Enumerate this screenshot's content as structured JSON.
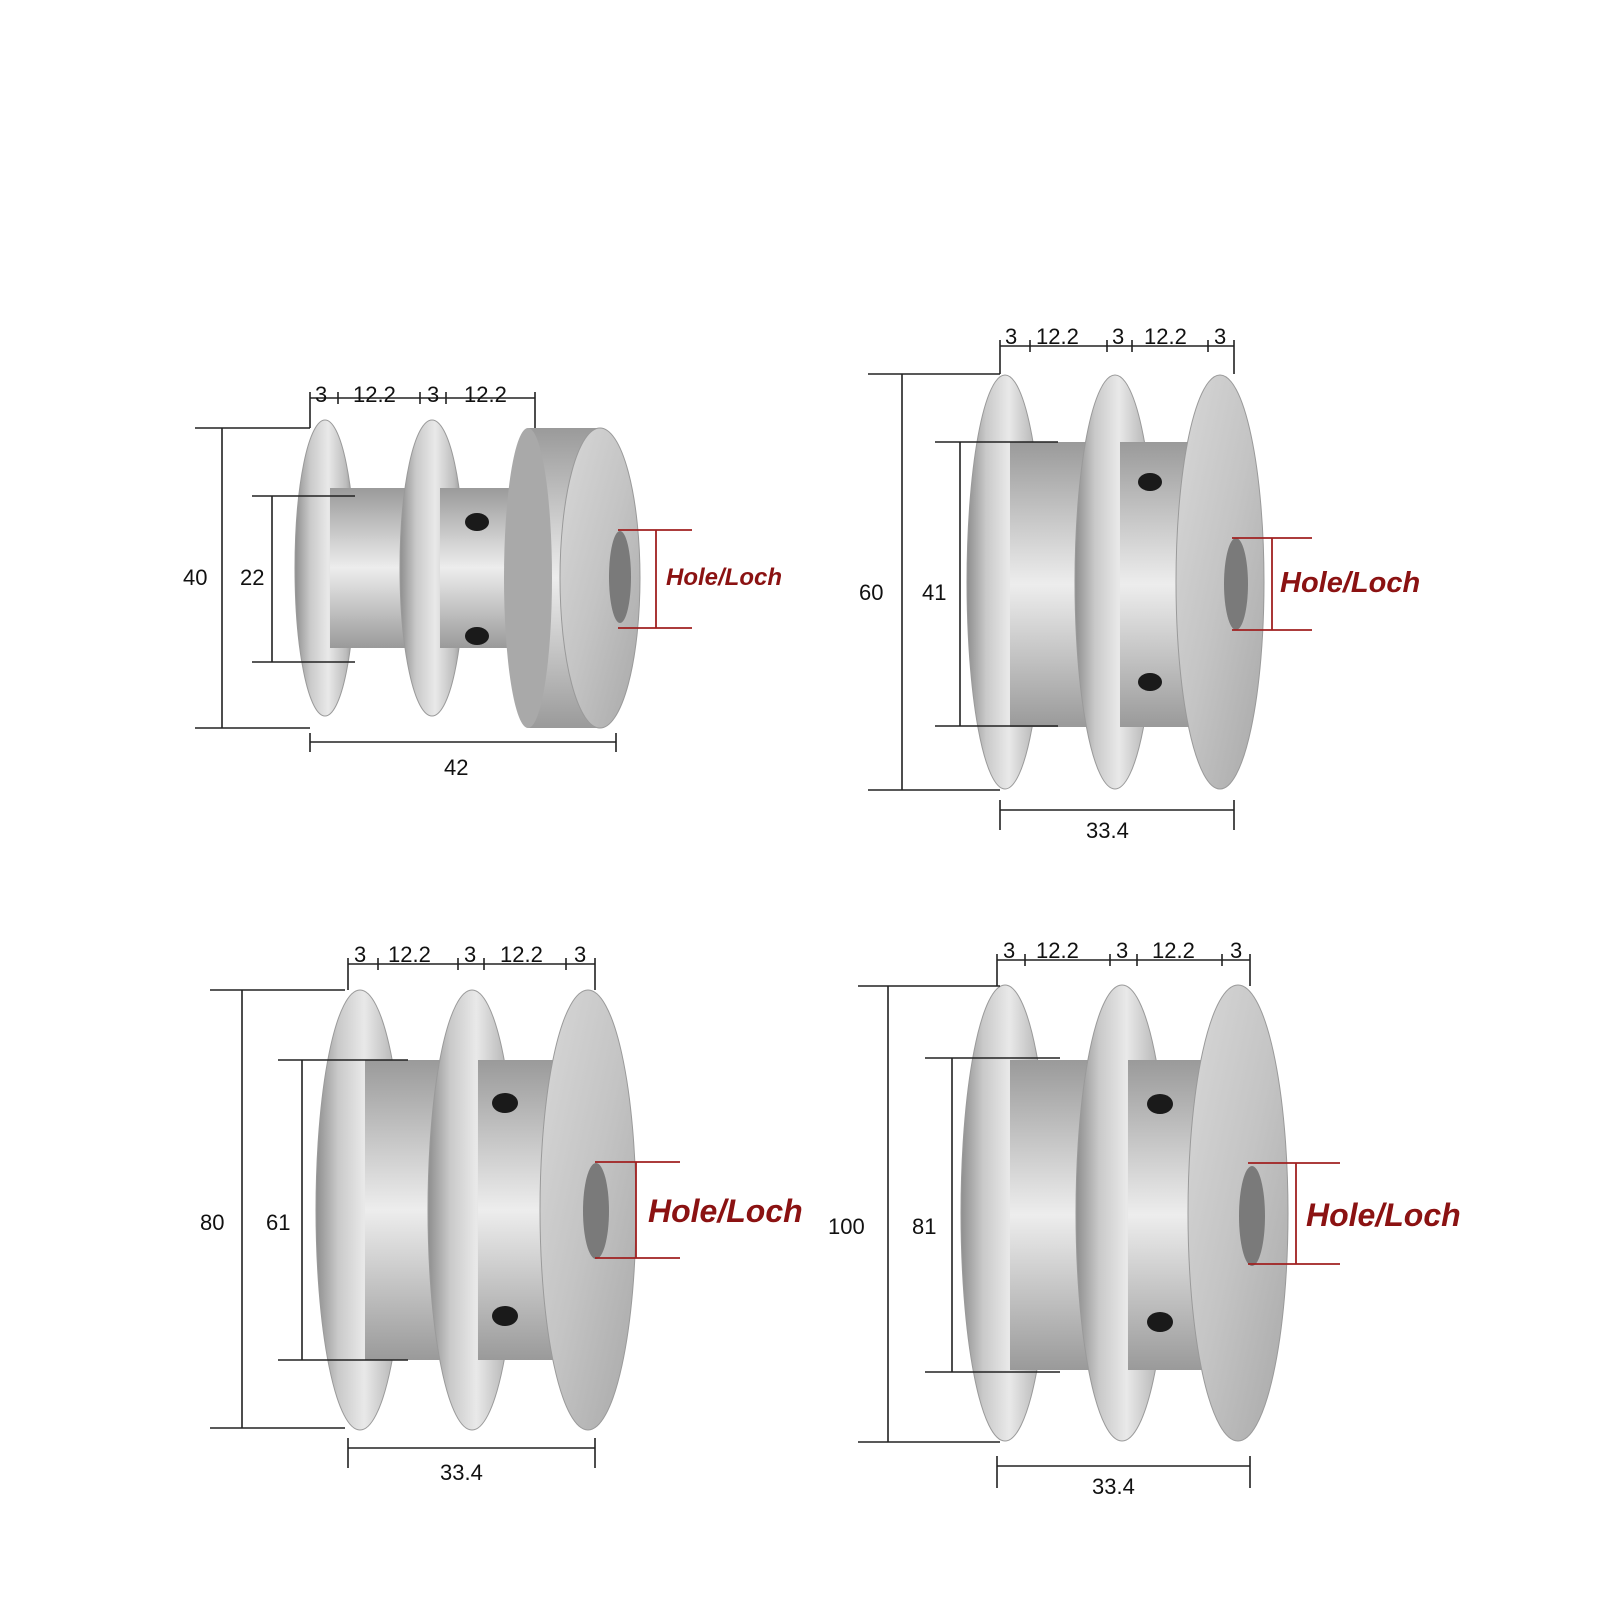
{
  "hole_label": "Hole/Loch",
  "colors": {
    "metal_light": "#e6e6e6",
    "metal_mid": "#bdbdbd",
    "metal_dark": "#8c8c8c",
    "hole_accent": "#8b1212",
    "dimension_line": "#222222"
  },
  "pulleys": [
    {
      "id": "pulley-40",
      "outer_diameter": "40",
      "groove_diameter": "22",
      "overall_width": "42",
      "top_dims": [
        "3",
        "12.2",
        "3",
        "12.2"
      ]
    },
    {
      "id": "pulley-60",
      "outer_diameter": "60",
      "groove_diameter": "41",
      "overall_width": "33.4",
      "top_dims": [
        "3",
        "12.2",
        "3",
        "12.2",
        "3"
      ]
    },
    {
      "id": "pulley-80",
      "outer_diameter": "80",
      "groove_diameter": "61",
      "overall_width": "33.4",
      "top_dims": [
        "3",
        "12.2",
        "3",
        "12.2",
        "3"
      ]
    },
    {
      "id": "pulley-100",
      "outer_diameter": "100",
      "groove_diameter": "81",
      "overall_width": "33.4",
      "top_dims": [
        "3",
        "12.2",
        "3",
        "12.2",
        "3"
      ]
    }
  ]
}
